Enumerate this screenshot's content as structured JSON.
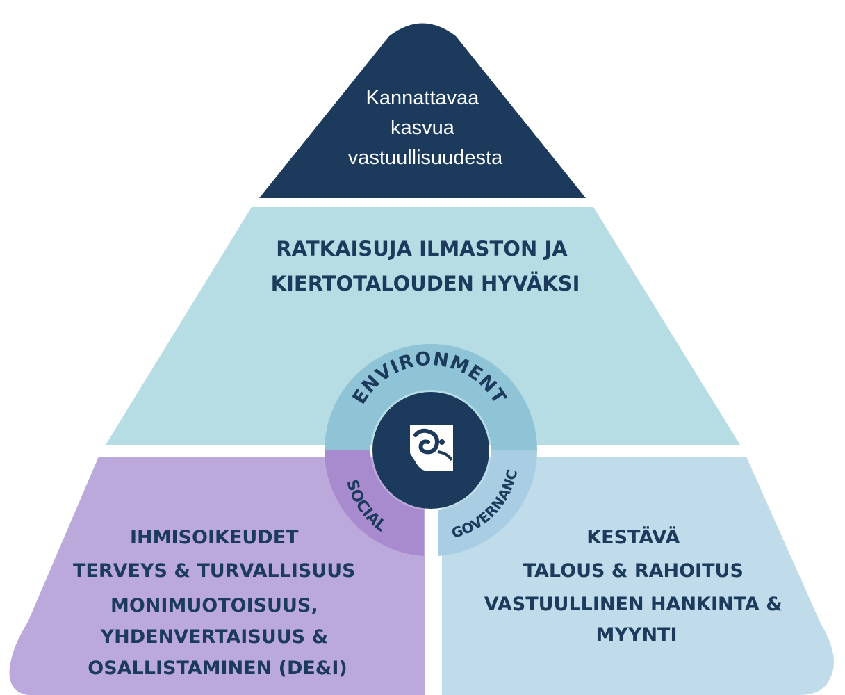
{
  "top": {
    "lines": [
      "Kannattavaa",
      "kasvua",
      "vastuullisuudesta"
    ]
  },
  "middle": {
    "lines": [
      "RATKAISUJA ILMASTON JA",
      "KIERTOTALOUDEN HYVÄKSI"
    ]
  },
  "bottom_left": {
    "lines": [
      "IHMISOIKEUDET",
      "TERVEYS & TURVALLISUUS",
      "MONIMUOTOISUUS,",
      "YHDENVERTAISUUS &",
      "OSALLISTAMINEN (DE&I)"
    ]
  },
  "bottom_right": {
    "lines": [
      "KESTÄVÄ",
      "TALOUS & RAHOITUS",
      "VASTUULLINEN HANKINTA &",
      "MYYNTI"
    ]
  },
  "hub": {
    "environment": "ENVIRONMENT",
    "social": "SOCIAL",
    "governance": "GOVERNANCE"
  },
  "colors": {
    "top": "#1b3a5c",
    "middle": "#b6dce4",
    "bottom_left": "#bba9dc",
    "bottom_right": "#c0dbea",
    "ring_env": "#8fc4d6",
    "ring_social": "#a88bcf",
    "ring_gov": "#a9cde2",
    "hub": "#1b3a5c",
    "text_dark": "#1b3a5c",
    "text_light": "#ffffff"
  }
}
